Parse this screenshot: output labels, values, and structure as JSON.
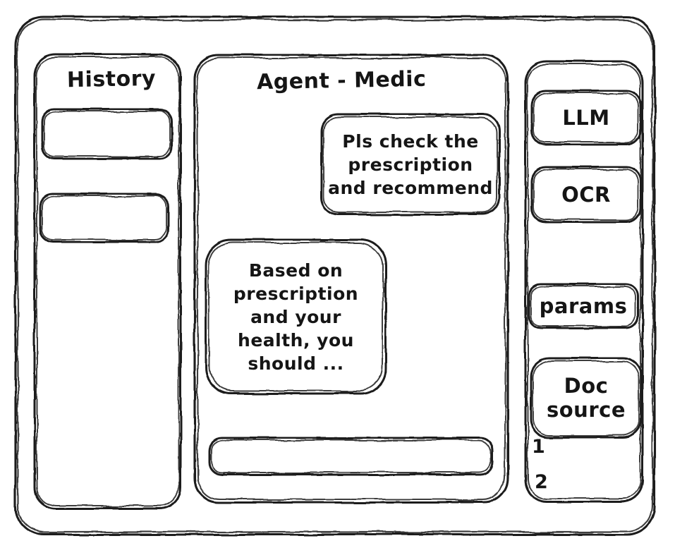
{
  "window": {
    "name": "agent-medic-wireframe"
  },
  "sidebar_left": {
    "title": "History",
    "items": [
      {
        "label": "",
        "name": "history-item-1"
      },
      {
        "label": "",
        "name": "history-item-2"
      }
    ]
  },
  "main": {
    "title": "Agent - Medic",
    "messages": [
      {
        "role": "user",
        "text": "Pls check the\nprescription\nand recommend"
      },
      {
        "role": "agent",
        "text": "Based on\nprescription\nand your\nhealth, you\nshould ..."
      }
    ],
    "composer": {
      "value": "",
      "placeholder": ""
    }
  },
  "sidebar_right": {
    "tools": [
      {
        "label": "LLM",
        "name": "tool-llm"
      },
      {
        "label": "OCR",
        "name": "tool-ocr"
      },
      {
        "label": "params",
        "name": "tool-params"
      },
      {
        "label": "Doc\nsource",
        "name": "tool-doc-source"
      }
    ],
    "doc_list": [
      {
        "label": "1"
      },
      {
        "label": "2"
      }
    ]
  },
  "colors": {
    "ink": "#1d1d1d",
    "paper": "#ffffff"
  }
}
